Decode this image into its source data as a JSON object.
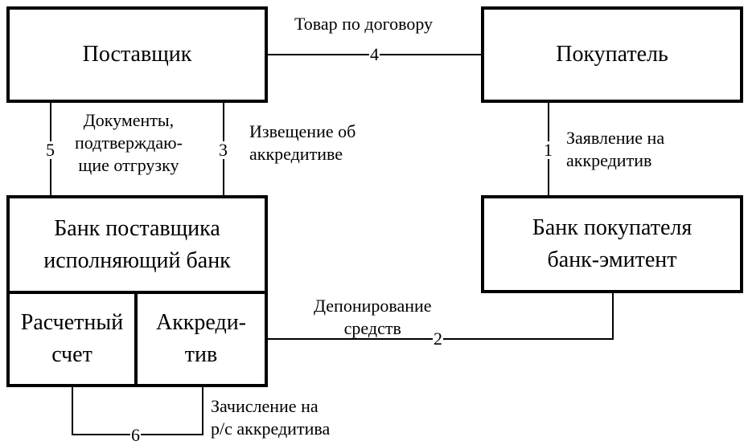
{
  "boxes": {
    "supplier": "Поставщик",
    "buyer": "Покупатель",
    "supplier_bank": "Банк поставщика\nисполняющий банк",
    "buyer_bank": "Банк покупателя\nбанк-эмитент",
    "settlement_account": "Расчетный\nсчет",
    "letter_of_credit": "Аккреди-\nтив"
  },
  "flows": [
    {
      "num": "1",
      "label": "Заявление на\nаккредитив"
    },
    {
      "num": "2",
      "label": "Депонирование\nсредств"
    },
    {
      "num": "3",
      "label": "Извещение об\nаккредитиве"
    },
    {
      "num": "4",
      "label": "Товар по договору"
    },
    {
      "num": "5",
      "label": "Документы,\nподтверждаю-\nщие отгрузку"
    },
    {
      "num": "6",
      "label": "Зачисление на\nр/с аккредитива"
    }
  ]
}
